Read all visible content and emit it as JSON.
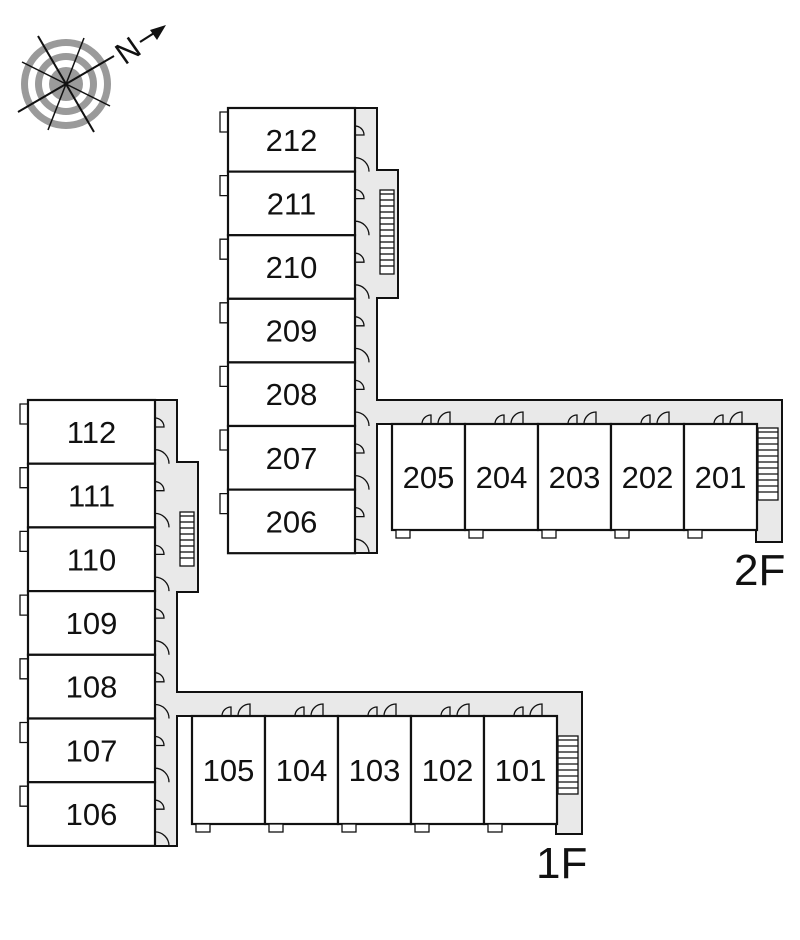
{
  "compass": {
    "north_letter": "N",
    "icon": "compass-rose-icon"
  },
  "floors": {
    "second": {
      "label": "2F",
      "wing_units": [
        "212",
        "211",
        "210",
        "209",
        "208",
        "207",
        "206"
      ],
      "row_units": [
        "205",
        "204",
        "203",
        "202",
        "201"
      ]
    },
    "first": {
      "label": "1F",
      "wing_units": [
        "112",
        "111",
        "110",
        "109",
        "108",
        "107",
        "106"
      ],
      "row_units": [
        "105",
        "104",
        "103",
        "102",
        "101"
      ]
    }
  },
  "colors": {
    "line": "#111111",
    "corridor": "#e9e9e9",
    "background": "#ffffff"
  }
}
